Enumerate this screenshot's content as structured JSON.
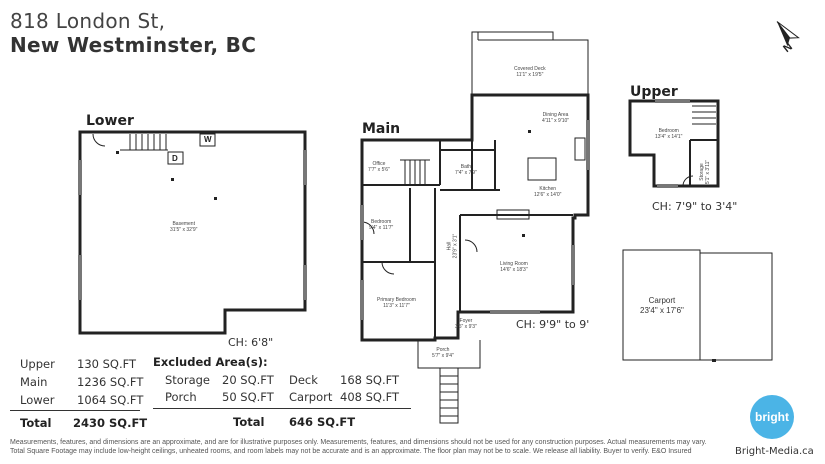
{
  "address": {
    "line1": "818 London St,",
    "line2": "New Westminster, BC"
  },
  "floors": {
    "lower": {
      "name": "Lower",
      "ceiling": "CH: 6'8\""
    },
    "main": {
      "name": "Main",
      "ceiling": "CH: 9'9\" to 9'"
    },
    "upper": {
      "name": "Upper",
      "ceiling": "CH: 7'9\" to 3'4\""
    }
  },
  "rooms": {
    "basement": {
      "name": "Basement",
      "dims": "31'5\" x 32'9\""
    },
    "covered_deck": {
      "name": "Covered Deck",
      "dims": "11'1\" x 19'5\""
    },
    "dining": {
      "name": "Dining Area",
      "dims": "4'11\" x 9'10\""
    },
    "office": {
      "name": "Office",
      "dims": "7'7\" x 5'6\""
    },
    "bath": {
      "name": "Bath",
      "dims": "7'4\" x 7'9\""
    },
    "kitchen": {
      "name": "Kitchen",
      "dims": "12'6\" x 14'0\""
    },
    "bedroom_main": {
      "name": "Bedroom",
      "dims": "9'4\" x 11'7\""
    },
    "hall": {
      "name": "Hall",
      "dims": "23'9\" x 3'1\""
    },
    "living": {
      "name": "Living Room",
      "dims": "14'6\" x 18'3\""
    },
    "primary": {
      "name": "Primary Bedroom",
      "dims": "11'3\" x 11'7\""
    },
    "foyer": {
      "name": "Foyer",
      "dims": "3'5\" x 9'3\""
    },
    "porch": {
      "name": "Porch",
      "dims": "5'7\" x 9'4\""
    },
    "bedroom_upper": {
      "name": "Bedroom",
      "dims": "13'4\" x 14'1\""
    },
    "storage": {
      "name": "Storage",
      "dims": "5'1\" x 3'11\""
    },
    "carport": {
      "name": "Carport",
      "dims": "23'4\" x 17'6\""
    }
  },
  "appliance_labels": {
    "washer": "W",
    "dryer": "D"
  },
  "areas": {
    "rows": [
      {
        "label": "Upper",
        "value": "130 SQ.FT"
      },
      {
        "label": "Main",
        "value": "1236 SQ.FT"
      },
      {
        "label": "Lower",
        "value": "1064 SQ.FT"
      }
    ],
    "total_label": "Total",
    "total_value": "2430 SQ.FT"
  },
  "excluded": {
    "title": "Excluded Area(s):",
    "items": [
      {
        "label": "Storage",
        "value": "20 SQ.FT"
      },
      {
        "label": "Porch",
        "value": "50 SQ.FT"
      },
      {
        "label": "Deck",
        "value": "168 SQ.FT"
      },
      {
        "label": "Carport",
        "value": "408 SQ.FT"
      }
    ],
    "total_label": "Total",
    "total_value": "646 SQ.FT"
  },
  "compass_label": "N",
  "disclaimer": "Measurements, features, and dimensions are an approximate, and are for illustrative purposes only. Measurements, features, and dimensions should not be used for any construction purposes. Actual measurements may vary. Total Square Footage may include low-height ceilings, unheated rooms, and room labels may not be accurate and is an approximate. The floor plan may not be to scale. We release all liability. Buyer to verify. E&O Insured",
  "brand": {
    "logo_text": "bright",
    "url": "Bright-Media.ca",
    "color": "#4bb4e6"
  }
}
